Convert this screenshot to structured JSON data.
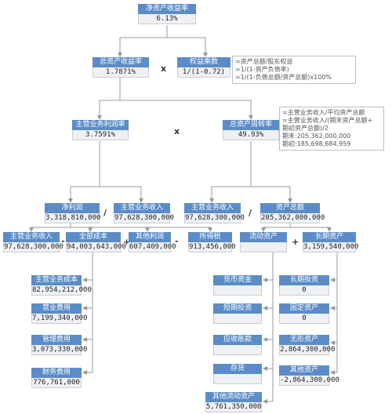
{
  "nodes": {
    "roe": {
      "label": "净资产收益率",
      "value": "6.13%"
    },
    "roa": {
      "label": "总资产收益率",
      "value": "1.7871%"
    },
    "equity_multiplier": {
      "label": "权益乘数",
      "value": "1/(1-0.72)"
    },
    "net_margin": {
      "label": "主营业务利润率",
      "value": "3.7591%"
    },
    "asset_turnover": {
      "label": "总资产周转率",
      "value": "49.93%"
    },
    "net_profit": {
      "label": "净利润",
      "value": "3,318,810,000"
    },
    "revenue_a": {
      "label": "主营业务收入",
      "value": "97,628,300,000"
    },
    "revenue_b": {
      "label": "主营业务收入",
      "value": "97,628,300,000"
    },
    "total_assets": {
      "label": "资产总额",
      "value": "205,362,000,000"
    },
    "revenue_c": {
      "label": "主营业务收入",
      "value": "97,628,300,000"
    },
    "total_cost": {
      "label": "全部成本",
      "value": "94,003,643,000"
    },
    "other_profit": {
      "label": "其他利润",
      "value": "607,409,000"
    },
    "income_tax": {
      "label": "所得税",
      "value": "913,456,000"
    },
    "current_assets": {
      "label": "流动资产",
      "value": ""
    },
    "long_term_assets": {
      "label": "长期资产",
      "value": "3,159,540,000"
    },
    "cogs": {
      "label": "主营业务成本",
      "value": "82,954,212,000"
    },
    "operating_expense": {
      "label": "营业费用",
      "value": "7,199,340,000"
    },
    "admin_expense": {
      "label": "管理费用",
      "value": "3,073,330,000"
    },
    "finance_expense": {
      "label": "财务费用",
      "value": "776,761,000"
    },
    "cash": {
      "label": "货币资金",
      "value": ""
    },
    "short_investment": {
      "label": "短期投资",
      "value": ""
    },
    "receivables": {
      "label": "应收账款",
      "value": ""
    },
    "inventory": {
      "label": "存货",
      "value": ""
    },
    "other_current": {
      "label": "其他流动资产",
      "value": "5,761,350,000"
    },
    "long_investment": {
      "label": "长期投资",
      "value": "0"
    },
    "fixed_assets": {
      "label": "固定资产",
      "value": "0"
    },
    "intangible_assets": {
      "label": "无形资产",
      "value": "2,864,300,000"
    },
    "other_assets": {
      "label": "其他资产",
      "value": "-2,864,300,000"
    }
  },
  "operators": {
    "x1": "x",
    "x2": "x",
    "div1": "/",
    "div2": "/",
    "minus1": "-",
    "plus1": "+",
    "minus2": "-",
    "plus2": "+"
  },
  "notes": {
    "equity_formula": [
      "=资产总额/股东权益",
      "=1/(1-资产负债率)",
      "=1/(1-负债总额/资产总额)x100%"
    ],
    "turnover_formula": [
      "=主营业务收入/平均资产总额",
      "=主营业务收入/(期末资产总额+",
      "期初资产总额)/2",
      "期末:205,362,000,000",
      "期初:185,698,684,959"
    ]
  },
  "colors": {
    "header": "#5b8cc8",
    "value_bg": "#eef0f3",
    "connector": "#999999"
  }
}
